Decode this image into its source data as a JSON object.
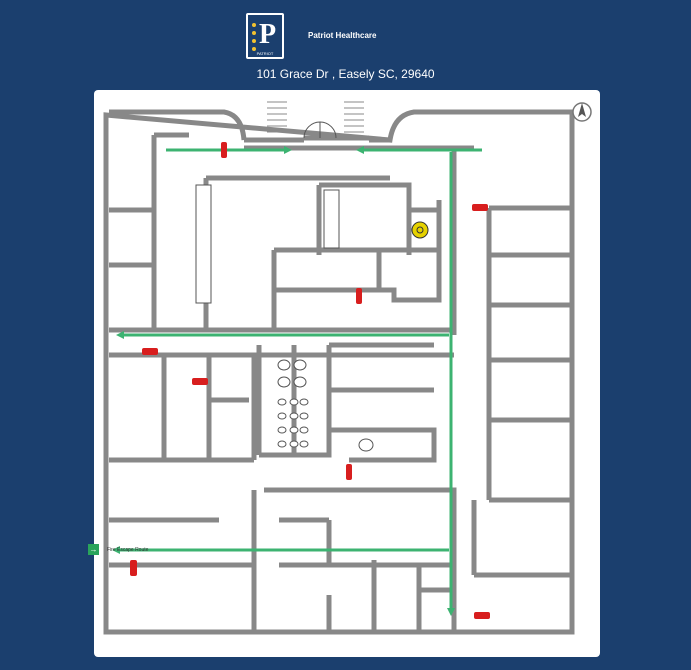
{
  "header": {
    "company_name": "Patriot Healthcare",
    "address": "101 Grace Dr , Easely SC, 29640",
    "logo_letter": "P",
    "logo_caption": "PATRIOT"
  },
  "legend": {
    "label": "Fire Escape Route",
    "icon": "emergency-exit-icon"
  },
  "colors": {
    "background": "#1b3f6e",
    "wall": "#888888",
    "route": "#3cb371",
    "extinguisher": "#d81e1e",
    "biohazard": "#e6d200"
  }
}
